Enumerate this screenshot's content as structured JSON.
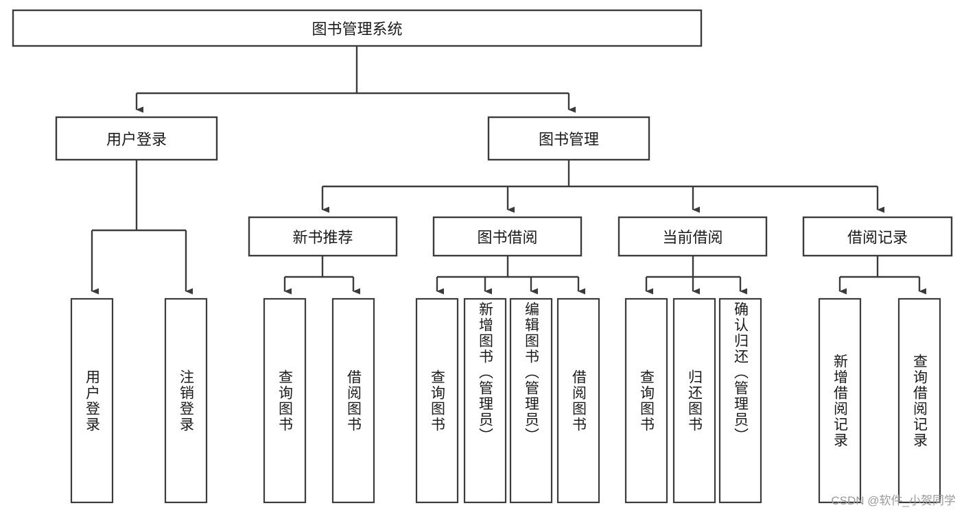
{
  "diagram": {
    "title": "图书管理系统",
    "type": "tree-hierarchy",
    "root": {
      "id": "root",
      "label": "图书管理系统",
      "orientation": "horizontal"
    },
    "level2": [
      {
        "id": "user-login",
        "label": "用户登录",
        "orientation": "horizontal"
      },
      {
        "id": "book-manage",
        "label": "图书管理",
        "orientation": "horizontal"
      }
    ],
    "level3": [
      {
        "id": "new-book-recommend",
        "label": "新书推荐",
        "orientation": "horizontal",
        "parent": "book-manage"
      },
      {
        "id": "book-borrow",
        "label": "图书借阅",
        "orientation": "horizontal",
        "parent": "book-manage"
      },
      {
        "id": "current-borrow",
        "label": "当前借阅",
        "orientation": "horizontal",
        "parent": "book-manage"
      },
      {
        "id": "borrow-record",
        "label": "借阅记录",
        "orientation": "horizontal",
        "parent": "book-manage"
      }
    ],
    "leaves": [
      {
        "id": "leaf-user-login",
        "label": "用户登录",
        "orientation": "vertical",
        "parent": "user-login"
      },
      {
        "id": "leaf-user-logout",
        "label": "注销登录",
        "orientation": "vertical",
        "parent": "user-login"
      },
      {
        "id": "leaf-query-book-1",
        "label": "查询图书",
        "orientation": "vertical",
        "parent": "new-book-recommend"
      },
      {
        "id": "leaf-borrow-book-1",
        "label": "借阅图书",
        "orientation": "vertical",
        "parent": "new-book-recommend"
      },
      {
        "id": "leaf-query-book-2",
        "label": "查询图书",
        "orientation": "vertical",
        "parent": "book-borrow"
      },
      {
        "id": "leaf-add-book",
        "label": "新增图书（管理员）",
        "orientation": "vertical",
        "parent": "book-borrow"
      },
      {
        "id": "leaf-edit-book",
        "label": "编辑图书（管理员）",
        "orientation": "vertical",
        "parent": "book-borrow"
      },
      {
        "id": "leaf-borrow-book-2",
        "label": "借阅图书",
        "orientation": "vertical",
        "parent": "book-borrow"
      },
      {
        "id": "leaf-query-book-3",
        "label": "查询图书",
        "orientation": "vertical",
        "parent": "current-borrow"
      },
      {
        "id": "leaf-return-book",
        "label": "归还图书",
        "orientation": "vertical",
        "parent": "current-borrow"
      },
      {
        "id": "leaf-confirm-return",
        "label": "确认归还（管理员）",
        "orientation": "vertical",
        "parent": "current-borrow"
      },
      {
        "id": "leaf-add-record",
        "label": "新增借阅记录",
        "orientation": "vertical",
        "parent": "borrow-record"
      },
      {
        "id": "leaf-query-record",
        "label": "查询借阅记录",
        "orientation": "vertical",
        "parent": "borrow-record"
      }
    ],
    "colors": {
      "box_stroke": "#3b3b3b",
      "box_fill": "#ffffff",
      "text": "#1a1a1a",
      "connector": "#3b3b3b",
      "watermark": "#9a9a9a",
      "background": "#ffffff"
    }
  },
  "watermark": {
    "text": "CSDN @软件_小贺同学"
  }
}
